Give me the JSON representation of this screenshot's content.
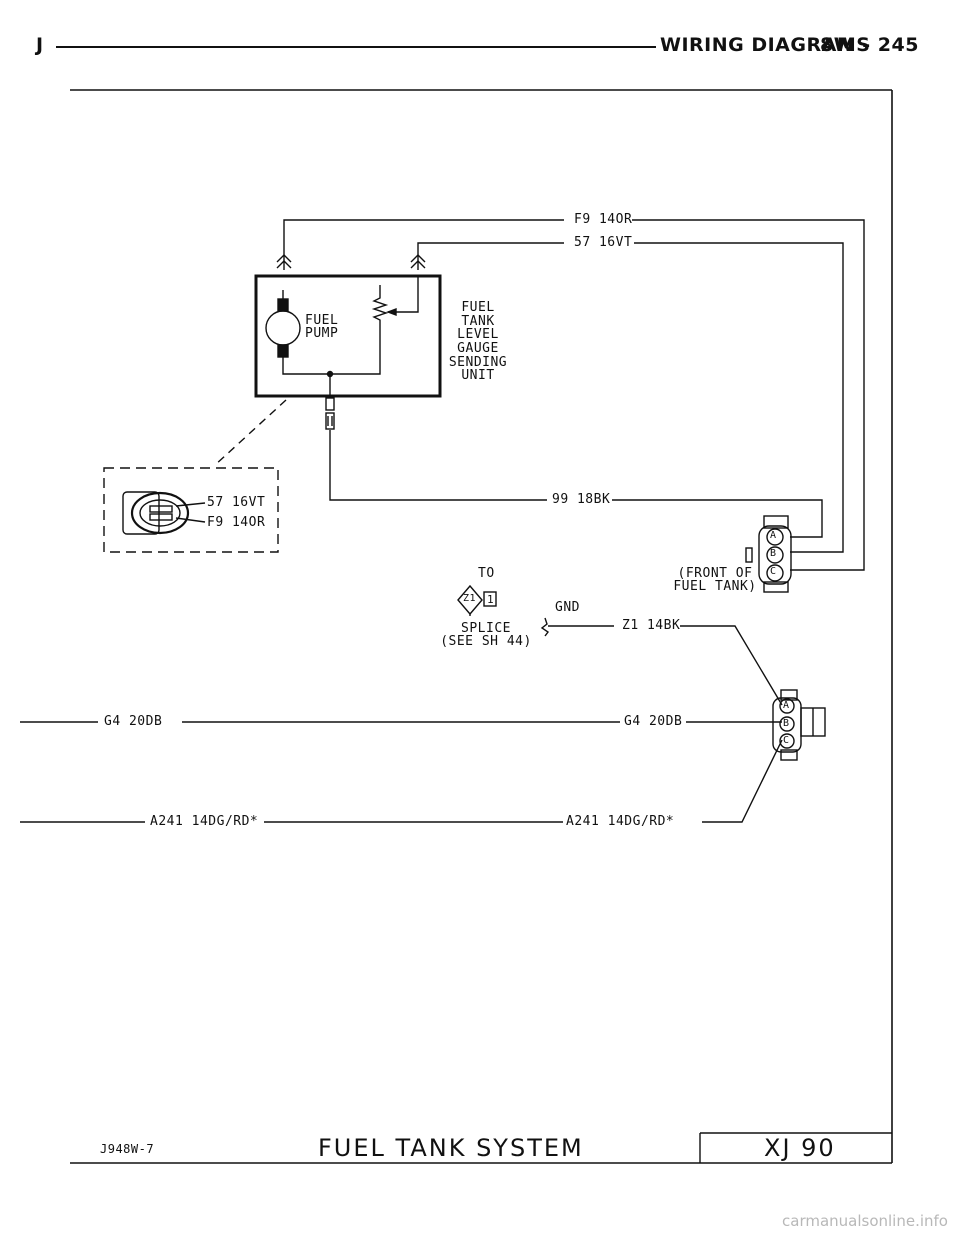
{
  "header": {
    "left_letter": "J",
    "section_title": "WIRING DIAGRAMS",
    "page_number": "8W - 245"
  },
  "components": {
    "fuel_pump": "FUEL\nPUMP",
    "sending_unit": "FUEL\nTANK\nLEVEL\nGAUGE\nSENDING\nUNIT",
    "connector_detail": {
      "pin1": "57 16VT",
      "pin2": "F9 14OR"
    },
    "front_of_tank": "(FRONT OF\nFUEL TANK)",
    "splice": {
      "to": "TO",
      "code": "Z1",
      "pin": "1",
      "note": "SPLICE\n(SEE SH 44)"
    },
    "ground": "GND"
  },
  "circuits": {
    "f9": "F9 14OR",
    "c57": "57 16VT",
    "c99": "99 18BK",
    "z1": "Z1 14BK",
    "g4_left": "G4 20DB",
    "g4_right": "G4 20DB",
    "a241_left": "A241 14DG/RD*",
    "a241_right": "A241 14DG/RD*"
  },
  "connector_pins": [
    "A",
    "B",
    "C"
  ],
  "footer": {
    "code": "J948W-7",
    "title": "FUEL TANK SYSTEM",
    "model": "XJ 90"
  },
  "watermark": "carmanualsonline.info"
}
